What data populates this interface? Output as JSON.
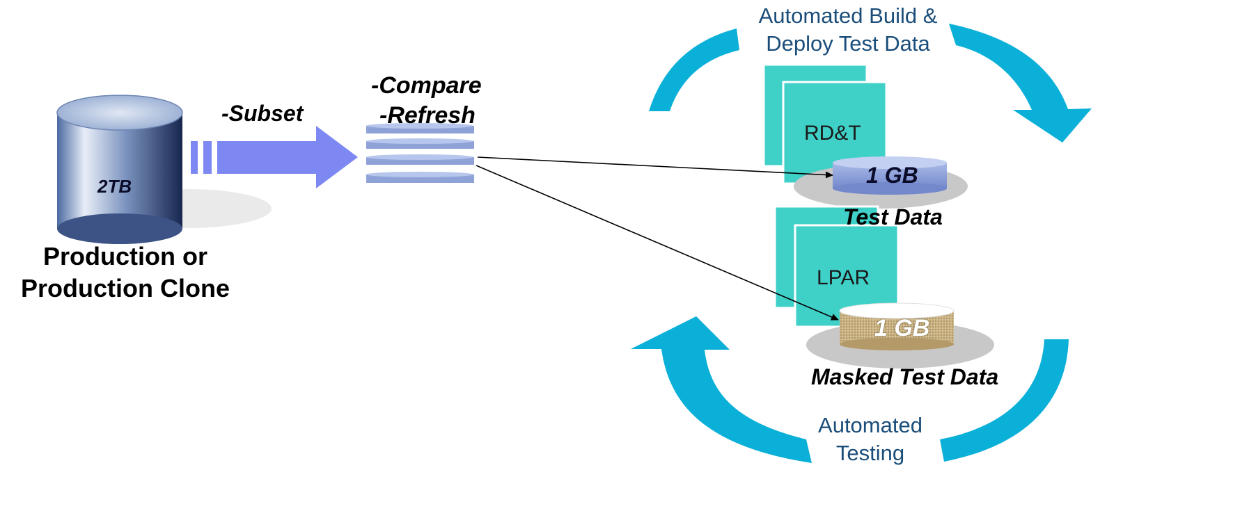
{
  "source": {
    "capacity": "2TB",
    "label_line1": "Production or",
    "label_line2": "Production Clone"
  },
  "operations": {
    "subset": "-Subset",
    "compare": "-Compare",
    "refresh": "-Refresh"
  },
  "cycle_top": {
    "line1": "Automated Build &",
    "line2": "Deploy Test Data"
  },
  "cycle_bottom": {
    "line1": "Automated",
    "line2": "Testing"
  },
  "server_top": {
    "label": "RD&T",
    "disk_label": "1 GB",
    "caption": "Test Data"
  },
  "server_bottom": {
    "label": "LPAR",
    "disk_label": "1 GB",
    "caption": "Masked Test Data"
  },
  "colors": {
    "cycle_arrow": "#0bb0d8",
    "server_box": "#3fd0c8",
    "transfer_arrow": "#7d88f2",
    "database": "#7f9bc6"
  }
}
